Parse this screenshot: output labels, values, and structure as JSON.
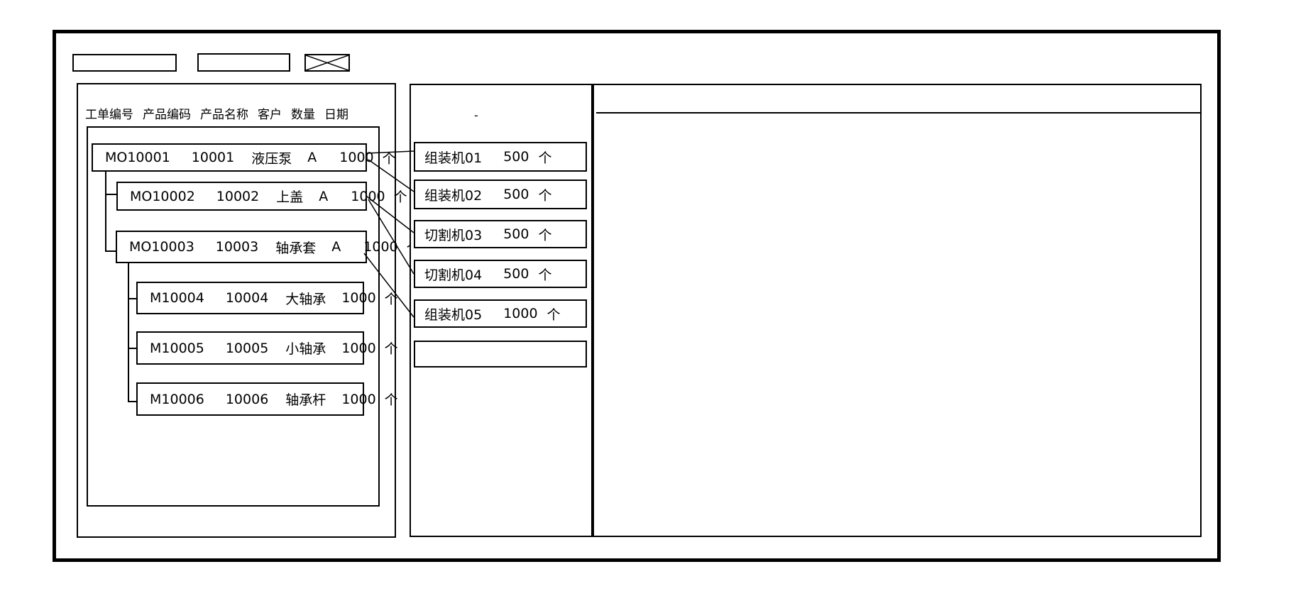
{
  "toolbar": {
    "field1_value": "",
    "field2_value": ""
  },
  "left_panel": {
    "columns": [
      "工单编号",
      "产品编码",
      "产品名称",
      "客户",
      "数量",
      "日期"
    ],
    "orders": [
      {
        "order_no": "MO10001",
        "product_code": "10001",
        "product_name": "液压泵",
        "customer": "A",
        "qty": "1000",
        "unit": "个",
        "level": 0
      },
      {
        "order_no": "MO10002",
        "product_code": "10002",
        "product_name": "上盖",
        "customer": "A",
        "qty": "1000",
        "unit": "个",
        "level": 1
      },
      {
        "order_no": "MO10003",
        "product_code": "10003",
        "product_name": "轴承套",
        "customer": "A",
        "qty": "1000",
        "unit": "个",
        "level": 1
      },
      {
        "order_no": "M10004",
        "product_code": "10004",
        "product_name": "大轴承",
        "customer": "",
        "qty": "1000",
        "unit": "个",
        "level": 2
      },
      {
        "order_no": "M10005",
        "product_code": "10005",
        "product_name": "小轴承",
        "customer": "",
        "qty": "1000",
        "unit": "个",
        "level": 2
      },
      {
        "order_no": "M10006",
        "product_code": "10006",
        "product_name": "轴承杆",
        "customer": "",
        "qty": "1000",
        "unit": "个",
        "level": 2
      }
    ]
  },
  "middle_panel": {
    "placeholder_mark": "-",
    "machines": [
      {
        "name": "组装机01",
        "qty": "500",
        "unit": "个"
      },
      {
        "name": "组装机02",
        "qty": "500",
        "unit": "个"
      },
      {
        "name": "切割机03",
        "qty": "500",
        "unit": "个"
      },
      {
        "name": "切割机04",
        "qty": "500",
        "unit": "个"
      },
      {
        "name": "组装机05",
        "qty": "1000",
        "unit": "个"
      },
      {
        "name": "",
        "qty": "",
        "unit": ""
      }
    ]
  },
  "links": [
    {
      "from": "MO10001",
      "to": "组装机01"
    },
    {
      "from": "MO10001",
      "to": "组装机02"
    },
    {
      "from": "MO10002",
      "to": "切割机03"
    },
    {
      "from": "MO10002",
      "to": "切割机04"
    },
    {
      "from": "MO10003",
      "to": "组装机05"
    }
  ],
  "right_panel": {
    "content": ""
  },
  "colors": {
    "stroke": "#000000",
    "background": "#ffffff"
  }
}
